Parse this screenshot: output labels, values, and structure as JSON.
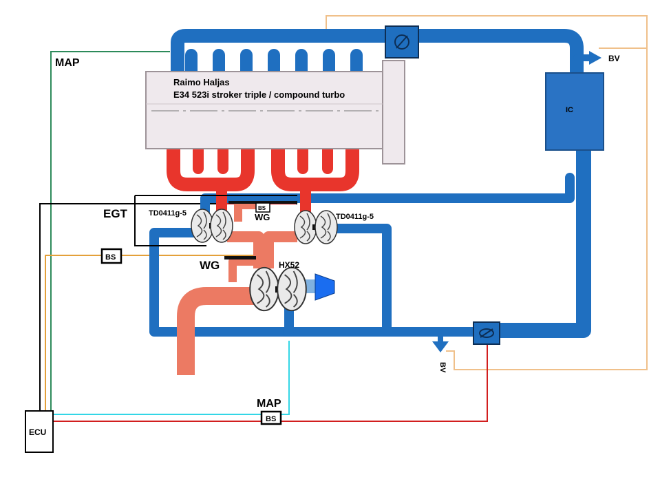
{
  "title": {
    "line1": "Raimo Haljas",
    "line2": "E34 523i stroker triple / compound turbo"
  },
  "labels": {
    "map_top": "MAP",
    "map_bottom": "MAP",
    "egt": "EGT",
    "wg_upper": "WG",
    "wg_lower": "WG",
    "bs_left": "BS",
    "bs_small": "BS",
    "bs_bottom": "BS",
    "turbo_left": "TD0411g-5",
    "turbo_right": "TD0411g-5",
    "turbo_main": "HX52",
    "intercooler": "IC",
    "bv_top": "BV",
    "bv_bottom": "BV",
    "ecu": "ECU"
  },
  "colors": {
    "intake_pipe": "#1f6fc0",
    "intake_pipe_light": "#3b8fe0",
    "exhaust_hot": "#e8352c",
    "exhaust_warm": "#ec7a63",
    "engine_block": "#efe9ed",
    "map_line_green": "#2d8a5a",
    "map_line_cyan": "#33d6e6",
    "bs_line_orange": "#e4a03a",
    "bs_line_red": "#d21e1e",
    "bv_line_tan": "#f0c08a",
    "egt_line": "#000000"
  }
}
